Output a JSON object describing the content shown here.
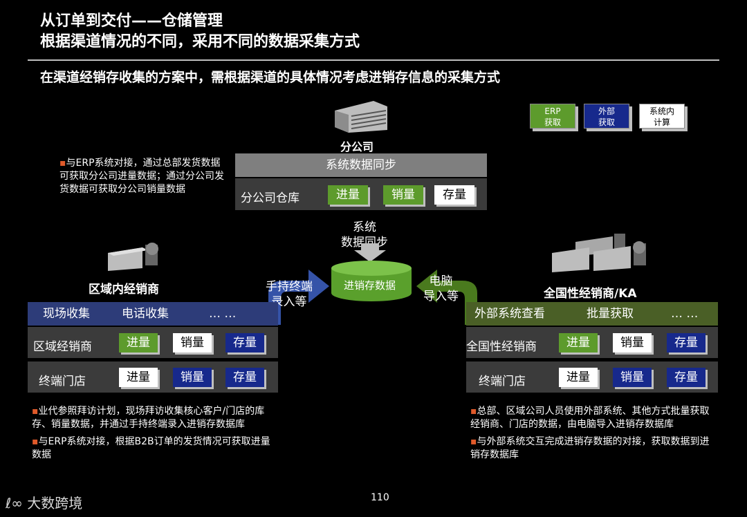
{
  "header": {
    "title_line1": "从订单到交付——仓储管理",
    "title_line2": "根据渠道情况的不同，采用不同的数据采集方式",
    "subtitle": "在渠道经销存收集的方案中，需根据渠道的具体情况考虑进销存信息的采集方式"
  },
  "legend": [
    {
      "label1": "ERP",
      "label2": "获取",
      "color": "#5d9b2c"
    },
    {
      "label1": "外部",
      "label2": "获取",
      "color": "#17298c"
    },
    {
      "label1": "系统内",
      "label2": "计算",
      "color": "#ffffff"
    }
  ],
  "branch": {
    "name": "分公司",
    "sync_bar": "系统数据同步",
    "warehouse": "分公司仓库",
    "tags": [
      "进量",
      "销量",
      "存量"
    ],
    "note": "与ERP系统对接，通过总部发货数据可获取分公司进量数据；通过分公司发货数据可获取分公司销量数据"
  },
  "center": {
    "db": "进销存数据",
    "sync_line1": "系统",
    "sync_line2": "数据同步",
    "left_arrow_line1": "手持终端",
    "left_arrow_line2": "录入等",
    "right_arrow_line1": "电脑",
    "right_arrow_line2": "导入等"
  },
  "regional": {
    "name": "区域内经销商",
    "header": [
      "现场收集",
      "电话收集",
      "… …"
    ],
    "rows": [
      {
        "label": "区域经销商",
        "tags": [
          "进量",
          "销量",
          "存量"
        ]
      },
      {
        "label": "终端门店",
        "tags": [
          "进量",
          "销量",
          "存量"
        ]
      }
    ],
    "notes": [
      "业代参照拜访计划，现场拜访收集核心客户/门店的库存、销量数据，并通过手持终端录入进销存数据库",
      "与ERP系统对接，根据B2B订单的发货情况可获取进量数据"
    ]
  },
  "national": {
    "name": "全国性经销商/KA",
    "header": [
      "外部系统查看",
      "批量获取",
      "… …"
    ],
    "rows": [
      {
        "label": "全国性经销商",
        "tags": [
          "进量",
          "销量",
          "存量"
        ]
      },
      {
        "label": "终端门店",
        "tags": [
          "进量",
          "销量",
          "存量"
        ]
      }
    ],
    "notes": [
      "总部、区域公司人员使用外部系统、其他方式批量获取经销商、门店的数据，由电脑导入进销存数据库",
      "与外部系统交互完成进销存数据的对接，获取数据到进销存数据库"
    ]
  },
  "footer": {
    "page": "110",
    "brand": "大数跨境"
  }
}
